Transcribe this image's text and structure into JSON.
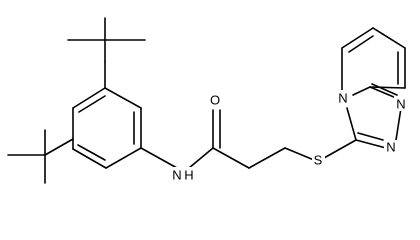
{
  "molecule": {
    "atoms": {
      "amide_oxygen": "O",
      "amide_nitrogen": "N",
      "amide_hydrogen": "H",
      "sulfur": "S",
      "ring_nitrogen_bridgehead": "N",
      "ring_nitrogen_right": "N",
      "ring_nitrogen_bottom": "N"
    }
  }
}
